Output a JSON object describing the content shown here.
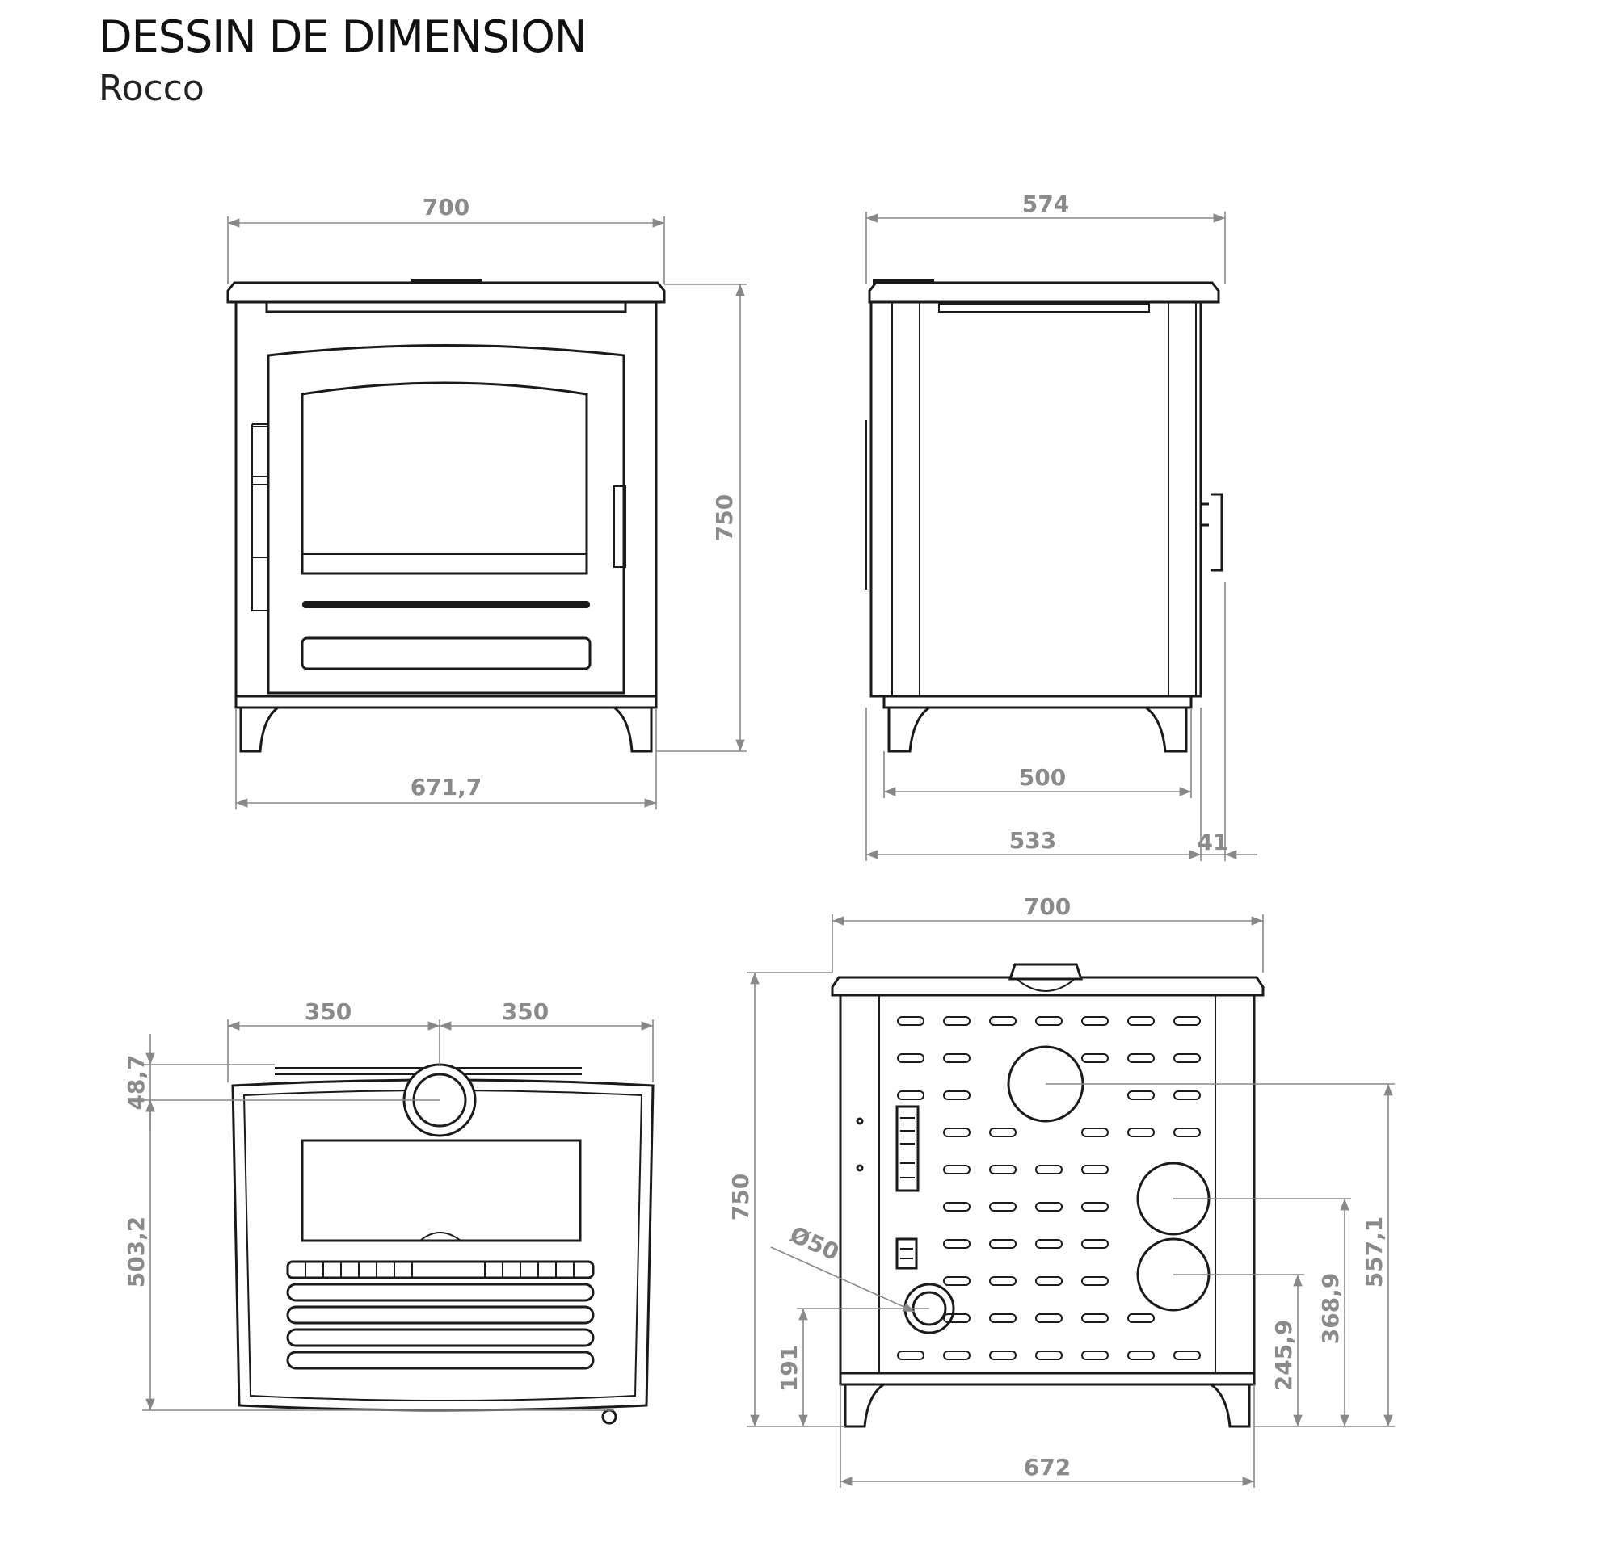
{
  "document": {
    "title": "DESSIN DE DIMENSION",
    "subtitle": "Rocco"
  },
  "views": {
    "front": {
      "top_width": "700",
      "height": "750",
      "base_width": "671,7"
    },
    "side": {
      "top_depth": "574",
      "leg_span": "500",
      "body_depth": "533",
      "handle_offset": "41"
    },
    "top": {
      "left_half": "350",
      "right_half": "350",
      "flue_offset": "48,7",
      "flue_depth": "503,2"
    },
    "back": {
      "top_width": "700",
      "height": "750",
      "diameter": "Ø50",
      "air_inlet_height": "191",
      "outlet_low_height": "245,9",
      "outlet_mid_height": "368,9",
      "outlet_high_height": "557,1",
      "base_width": "672"
    }
  }
}
